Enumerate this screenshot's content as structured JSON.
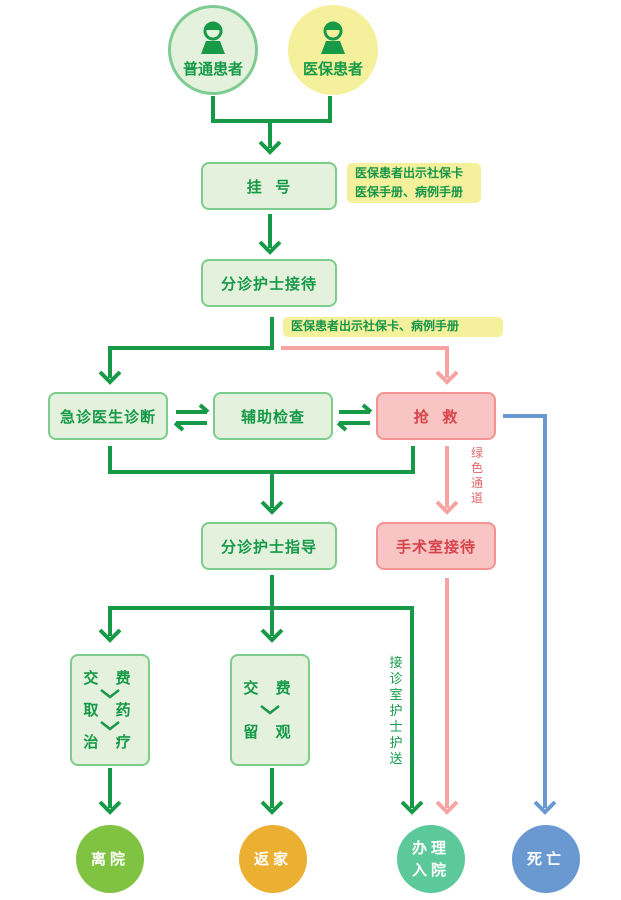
{
  "colors": {
    "green": "#169a48",
    "pink": "#f6a3a3",
    "blue": "#6a99d2",
    "box_green_fill": "#e4f1dd",
    "box_red_fill": "#f8c4c4",
    "note_fill": "#f4f09c"
  },
  "patients": [
    {
      "label": "普通患者",
      "icon": "person-icon"
    },
    {
      "label": "医保患者",
      "icon": "person-icon"
    }
  ],
  "steps": {
    "register": "挂  号",
    "triage_reception": "分诊护士接待",
    "emergency_doctor": "急诊医生诊断",
    "auxiliary_exam": "辅助检查",
    "rescue": "抢  救",
    "triage_guidance": "分诊护士指导",
    "operating_room": "手术室接待"
  },
  "notes": {
    "register_note_line1": "医保患者出示社保卡",
    "register_note_line2": "医保手册、病例手册",
    "triage_note": "医保患者出示社保卡、病例手册"
  },
  "path_labels": {
    "green_channel": "绿色通道",
    "nurse_escort": "接诊室护士护送"
  },
  "process_boxes": {
    "discharge_path": [
      "交 费",
      "取 药",
      "治 疗"
    ],
    "observe_path": [
      "交 费",
      "留 观"
    ]
  },
  "outcomes": {
    "leave": "离院",
    "home": "返家",
    "admit_line1": "办理",
    "admit_line2": "入院",
    "death": "死亡"
  }
}
